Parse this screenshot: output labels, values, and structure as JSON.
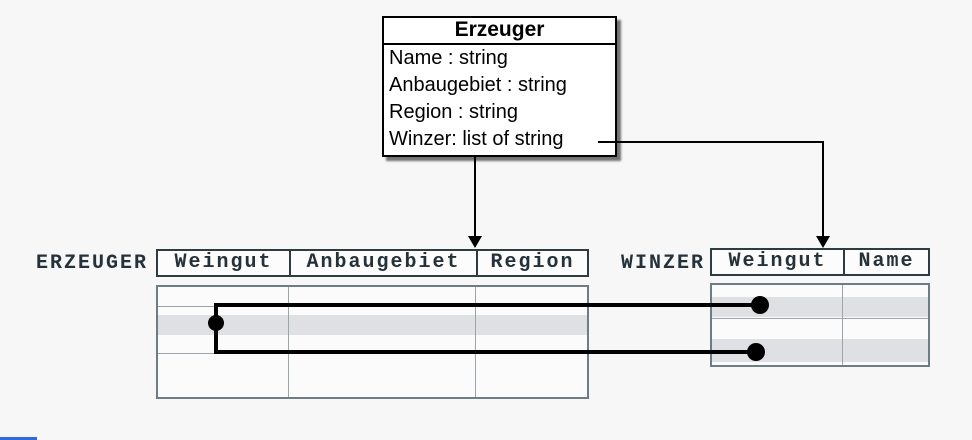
{
  "theme": {
    "background": "#f7f7f8",
    "box_border": "#000000",
    "connector": "#000000",
    "table_text": "#25323a",
    "header_border": "#2e3c42",
    "header_bg": "#fcfcfc",
    "body_bg": "#fbfbfb",
    "body_border": "#6e7d85",
    "grid_line": "#9aa5ab",
    "row_highlight": "#dfe0e4",
    "accent_bar": "#2e6ade"
  },
  "class_box": {
    "title": "Erzeuger",
    "attributes": [
      "Name : string",
      "Anbaugebiet : string",
      "Region : string",
      "Winzer: list of string"
    ]
  },
  "tables": {
    "erzeuger": {
      "label": "ERZEUGER",
      "columns": [
        "Weingut",
        "Anbaugebiet",
        "Region"
      ]
    },
    "winzer": {
      "label": "WINZER",
      "columns": [
        "Weingut",
        "Name"
      ]
    }
  }
}
